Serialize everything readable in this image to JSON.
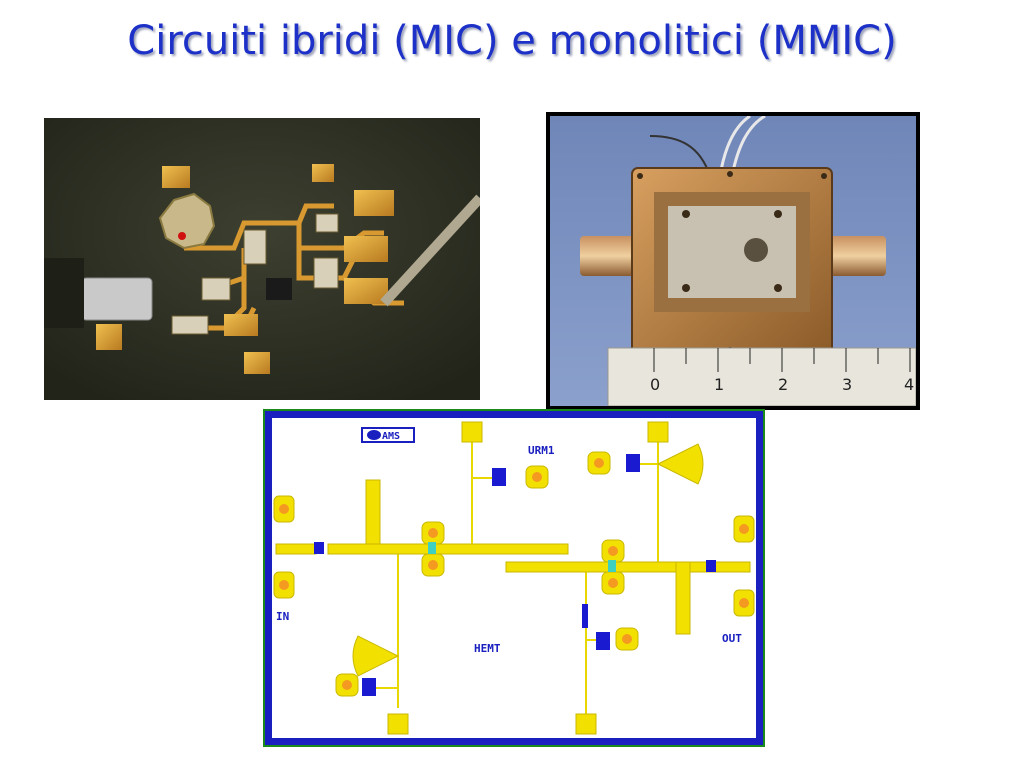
{
  "slide": {
    "title": "Circuiti ibridi (MIC) e monolitici (MMIC)"
  },
  "layout_labels": {
    "logo": "AMS",
    "urm1": "URM1",
    "in": "IN",
    "hemt": "HEMT",
    "out": "OUT"
  },
  "ruler": {
    "ticks": [
      "0",
      "1",
      "2",
      "3",
      "4"
    ]
  },
  "colors": {
    "title": "#1d31c8",
    "pad_yellow": "#f2e100",
    "pad_orange": "#f49a20",
    "via_blue": "#1a1ad0",
    "frame_blue": "#1a20c0"
  }
}
